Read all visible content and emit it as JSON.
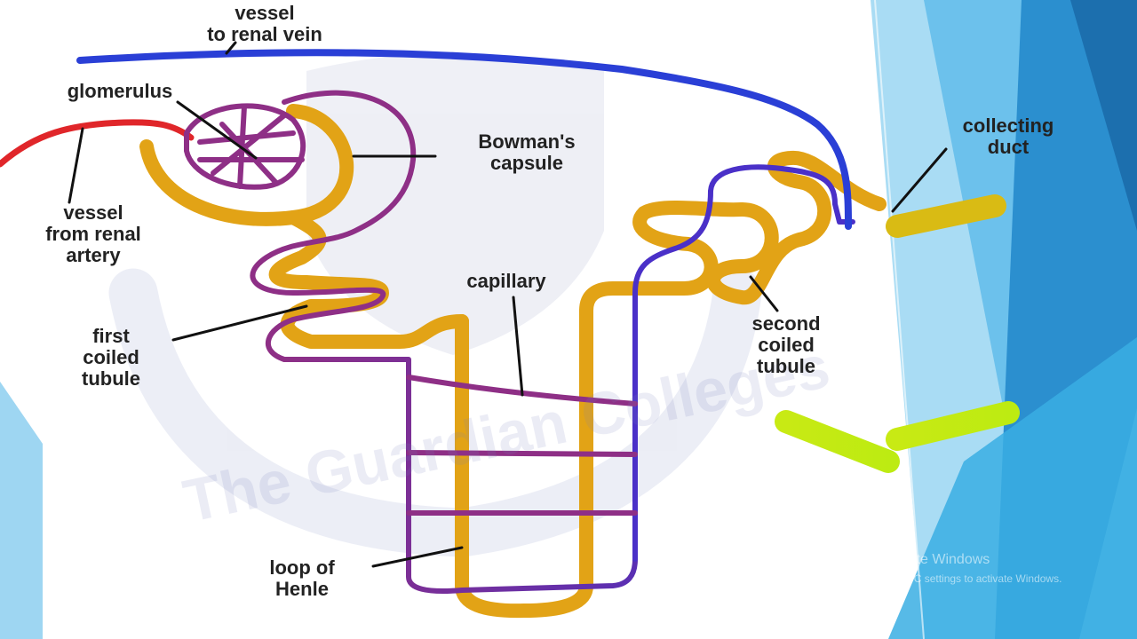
{
  "labels": {
    "vessel_to_vein": "vessel\nto renal vein",
    "glomerulus": "glomerulus",
    "bowmans": "Bowman's\ncapsule",
    "vessel_from_artery": "vessel\nfrom renal\nartery",
    "collecting": "collecting\nduct",
    "capillary": "capillary",
    "first_coiled": "first\ncoiled\ntubule",
    "second_coiled": "second\ncoiled\ntubule",
    "loop": "loop of\nHenle"
  },
  "watermark": "The Guardian Colleges",
  "os_notice": {
    "title": "Activate Windows",
    "subtitle": "Go to PC settings to activate Windows."
  },
  "colors": {
    "tubule": "#e2a316",
    "vessel_blue": "#2a3fd6",
    "vessel_red": "#e0262a",
    "vessel_purple": "#8e2f86",
    "duct_top": "#e0a214",
    "duct_bottom": "#c6e812",
    "accent_blue": "#2ea0dc"
  }
}
